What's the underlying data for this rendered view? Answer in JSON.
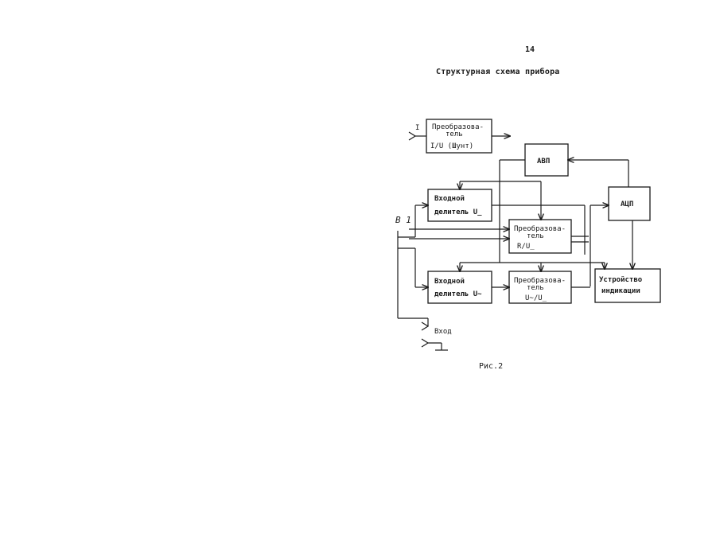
{
  "page": {
    "number": "14",
    "title": "Структурная схема прибора",
    "caption": "Рис.2"
  },
  "diagram": {
    "input_current_label": "I",
    "switch_label": "В 1",
    "input_label": "Вход",
    "blocks": {
      "shunt": [
        "Преобразова-",
        "тель",
        "I/U (Шунт)"
      ],
      "avp": [
        "АВП"
      ],
      "adc": [
        "АЦП"
      ],
      "divider_dc": [
        "Входной",
        "делитель U_"
      ],
      "converter_r": [
        "Преобразова-",
        "тель",
        "R/U_"
      ],
      "divider_ac": [
        "Входной",
        "делитель U~"
      ],
      "converter_ac": [
        "Преобразова-",
        "тель",
        "U~/U_"
      ],
      "display": [
        "Устройство",
        "индикации"
      ]
    }
  }
}
